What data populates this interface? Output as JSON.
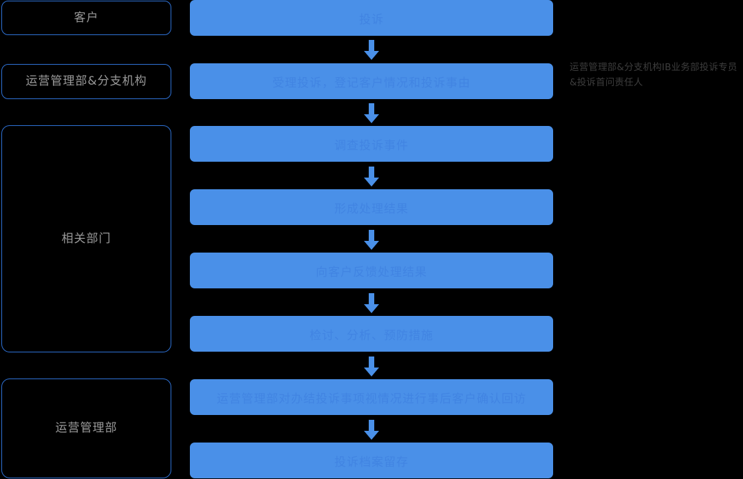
{
  "diagram": {
    "title": "客户投诉处理流程",
    "background_color": "#000000",
    "box_fill_color": "#4a90e8",
    "box_text_color": "#4184e2",
    "lane_border_color": "#2f73d8",
    "lane_text_color": "#9a9a9a",
    "arrow_color": "#4a90e8",
    "annotation_text_color": "#3d3d3d"
  },
  "lanes": [
    {
      "id": "lane-customer",
      "label": "客户"
    },
    {
      "id": "lane-ops-branch",
      "label": "运营管理部&分支机构"
    },
    {
      "id": "lane-related",
      "label": "相关部门"
    },
    {
      "id": "lane-ops",
      "label": "运营管理部"
    }
  ],
  "steps": [
    {
      "id": "step-1",
      "label": "投诉"
    },
    {
      "id": "step-2",
      "label": "受理投诉，登记客户情况和投诉事由"
    },
    {
      "id": "step-3",
      "label": "调查投诉事件"
    },
    {
      "id": "step-4",
      "label": "形成处理结果"
    },
    {
      "id": "step-5",
      "label": "向客户反馈处理结果"
    },
    {
      "id": "step-6",
      "label": "检讨、分析、预防措施"
    },
    {
      "id": "step-7",
      "label": "运营管理部对办结投诉事项视情况进行事后客户确认回访"
    },
    {
      "id": "step-8",
      "label": "投诉档案留存"
    }
  ],
  "connectors": [
    {
      "id": "arrow-1",
      "icon": "arrow-down-icon",
      "from": "step-1",
      "to": "step-2"
    },
    {
      "id": "arrow-2",
      "icon": "arrow-down-icon",
      "from": "step-2",
      "to": "step-3"
    },
    {
      "id": "arrow-3",
      "icon": "arrow-down-icon",
      "from": "step-3",
      "to": "step-4"
    },
    {
      "id": "arrow-4",
      "icon": "arrow-down-icon",
      "from": "step-4",
      "to": "step-5"
    },
    {
      "id": "arrow-5",
      "icon": "arrow-down-icon",
      "from": "step-5",
      "to": "step-6"
    },
    {
      "id": "arrow-6",
      "icon": "arrow-down-icon",
      "from": "step-6",
      "to": "step-7"
    },
    {
      "id": "arrow-7",
      "icon": "arrow-down-icon",
      "from": "step-7",
      "to": "step-8"
    }
  ],
  "annotations": [
    {
      "id": "annotation-responsible",
      "text": "运营管理部&分支机构IB业务部投诉专员&投诉首问责任人",
      "attached_to": "step-2"
    }
  ]
}
